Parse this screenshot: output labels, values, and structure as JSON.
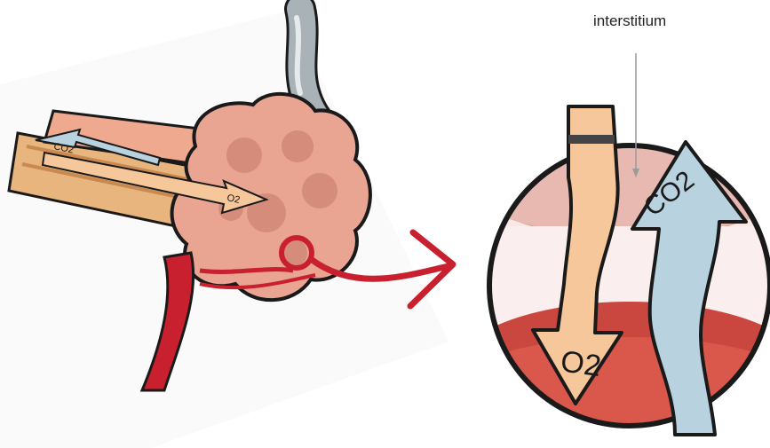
{
  "labels": {
    "interstitium": "interstitium",
    "o2_small": "O2",
    "co2_small": "CO2",
    "o2_big": "O2",
    "co2_big": "CO2"
  },
  "colors": {
    "tissue": "#e8a48e",
    "tissue_dark": "#b76b57",
    "blood": "#c8202e",
    "o2_arrow": "#f6c79a",
    "co2_arrow": "#b9d2df",
    "outline": "#1a1a1a",
    "smoke": "#9aa3a8"
  }
}
